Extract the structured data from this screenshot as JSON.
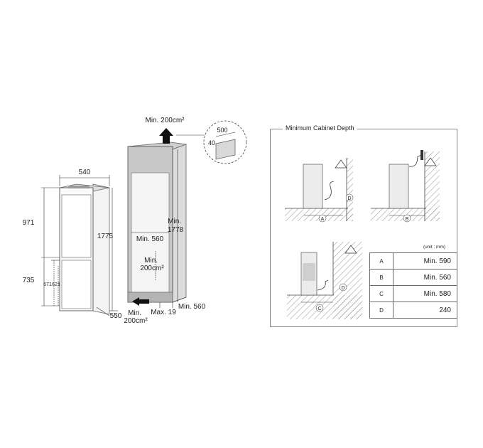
{
  "installation": {
    "top_vent": "Min. 200cm²",
    "bottom_vent": "Min.\n200cm²",
    "fridge_width": "540",
    "fridge_depth": "550",
    "fridge_height": "1775",
    "upper_section": "971",
    "lower_section": "735",
    "dim_671": "671",
    "dim_621": "621",
    "cabinet_height": "Min.\n1778",
    "cabinet_width": "Min. 560",
    "inner_vent": "Min.\n200cm²",
    "plinth": "Max. 19",
    "cabinet_depth": "Min. 560",
    "detail_500": "500",
    "detail_40": "40"
  },
  "depth_panel": {
    "title": "Minimum Cabinet Depth",
    "unit": "(unit : mm)",
    "fig_labels": [
      "A",
      "B",
      "C"
    ],
    "d_label": "D",
    "rows": [
      {
        "key": "A",
        "value": "Min. 590"
      },
      {
        "key": "B",
        "value": "Min. 560"
      },
      {
        "key": "C",
        "value": "Min. 580"
      },
      {
        "key": "D",
        "value": "240"
      }
    ]
  }
}
